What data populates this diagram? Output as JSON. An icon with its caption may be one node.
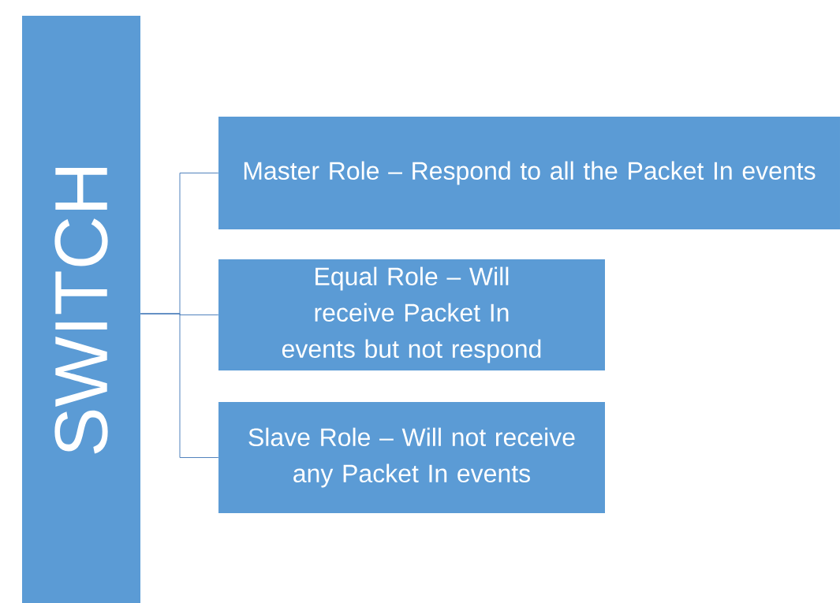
{
  "diagram": {
    "nodes": [
      {
        "text": [
          "SWITCH"
        ]
      },
      {
        "text": [
          "Master Role – Respond to all the Packet In events"
        ]
      },
      {
        "text": [
          "Equal Role – Will receive Packet In events but not respond"
        ]
      },
      {
        "text": [
          "Slave Role – Will not receive any Packet In events"
        ]
      }
    ],
    "edges": [
      {
        "from": 0,
        "to": 1,
        "arrow": "none"
      },
      {
        "from": 0,
        "to": 2,
        "arrow": "none"
      },
      {
        "from": 0,
        "to": 3,
        "arrow": "none"
      }
    ]
  }
}
